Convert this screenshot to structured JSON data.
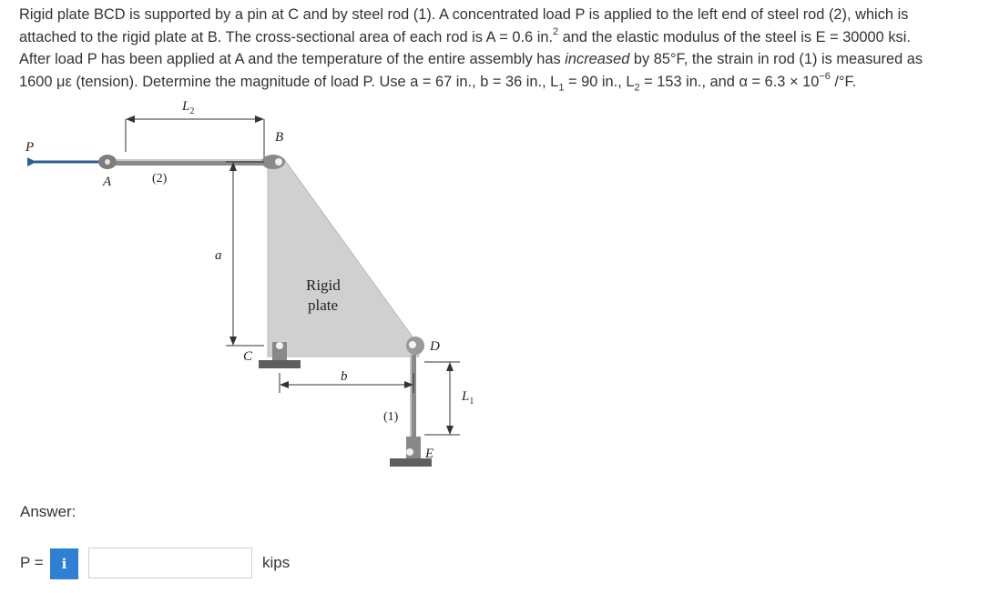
{
  "problem": {
    "line1": "Rigid plate BCD is supported by a pin at C and by steel rod (1). A concentrated load P is applied to the left end of steel rod (2), which is",
    "line2a": "attached to the rigid plate at B. The cross-sectional area of each rod is A = 0.6 in.",
    "line2_sup": "2",
    "line2b": " and the elastic modulus of the steel is E = 30000 ksi.",
    "line3a": "After load P has been applied at A and the temperature of the entire assembly has ",
    "line3_em": "increased",
    "line3b": " by 85°F, the strain in rod (1) is measured as",
    "line4a": "1600 με (tension).  Determine the magnitude of load P.  Use a = 67 in., b = 36 in., L",
    "line4_sub1": "1",
    "line4b": " = 90 in., L",
    "line4_sub2": "2",
    "line4c": " = 153 in., and α = 6.3 × 10",
    "line4_sup": "−6",
    "line4d": " /°F."
  },
  "figure": {
    "labels": {
      "P": "P",
      "A": "A",
      "B": "B",
      "C": "C",
      "D": "D",
      "E": "E",
      "rod2": "(2)",
      "rod1": "(1)",
      "a": "a",
      "b": "b",
      "L1_base": "L",
      "L1_sub": "1",
      "L2_base": "L",
      "L2_sub": "2",
      "plate_line1": "Rigid",
      "plate_line2": "plate"
    },
    "colors": {
      "arrow": "#2c5e8e",
      "plate": "#d0d0d0",
      "rod": "#8a8a8a",
      "support": "#555555"
    }
  },
  "answer": {
    "heading": "Answer:",
    "p_label": "P =",
    "info_icon": "i",
    "input_value": "",
    "input_placeholder": "",
    "unit": "kips"
  }
}
